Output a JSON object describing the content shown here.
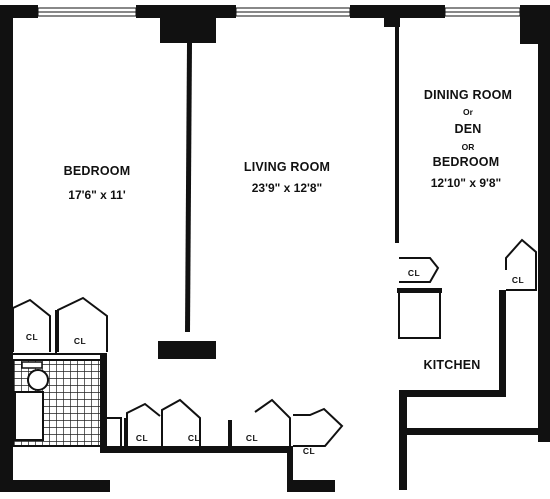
{
  "rooms": {
    "bedroom": {
      "name": "BEDROOM",
      "dimensions": "17'6\" x 11'"
    },
    "living_room": {
      "name": "LIVING ROOM",
      "dimensions": "23'9\" x 12'8\""
    },
    "dining": {
      "name": "DINING ROOM",
      "or_1": "Or",
      "den": "DEN",
      "or_2": "OR",
      "bedroom": "BEDROOM",
      "dimensions": "12'10\" x 9'8\""
    },
    "kitchen": {
      "name": "KITCHEN"
    }
  },
  "closet_label": "CL",
  "colors": {
    "wall": "#111111",
    "background": "#ffffff",
    "tile_grid": "#222222"
  }
}
